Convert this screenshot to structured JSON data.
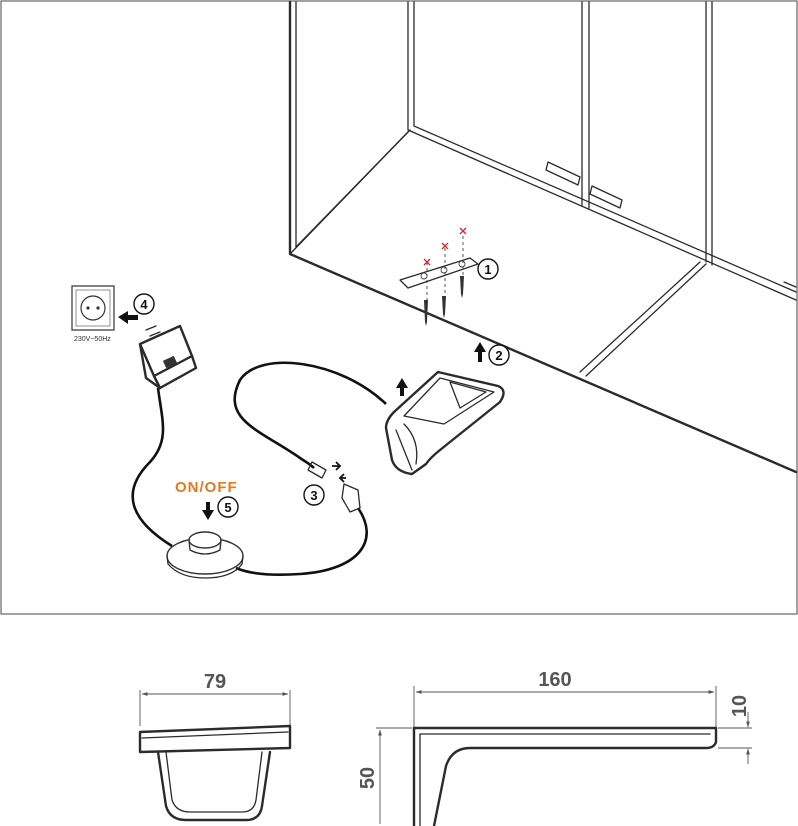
{
  "steps": [
    {
      "n": "1"
    },
    {
      "n": "2"
    },
    {
      "n": "3"
    },
    {
      "n": "4"
    },
    {
      "n": "5"
    }
  ],
  "switch_label": "ON/OFF",
  "socket_label": "230V~50Hz",
  "dimensions": {
    "width": "79",
    "length": "160",
    "height": "50",
    "thickness": "10"
  },
  "colors": {
    "accent": "#e8781e",
    "line": "#2b2b2b",
    "dimension": "#555555"
  }
}
